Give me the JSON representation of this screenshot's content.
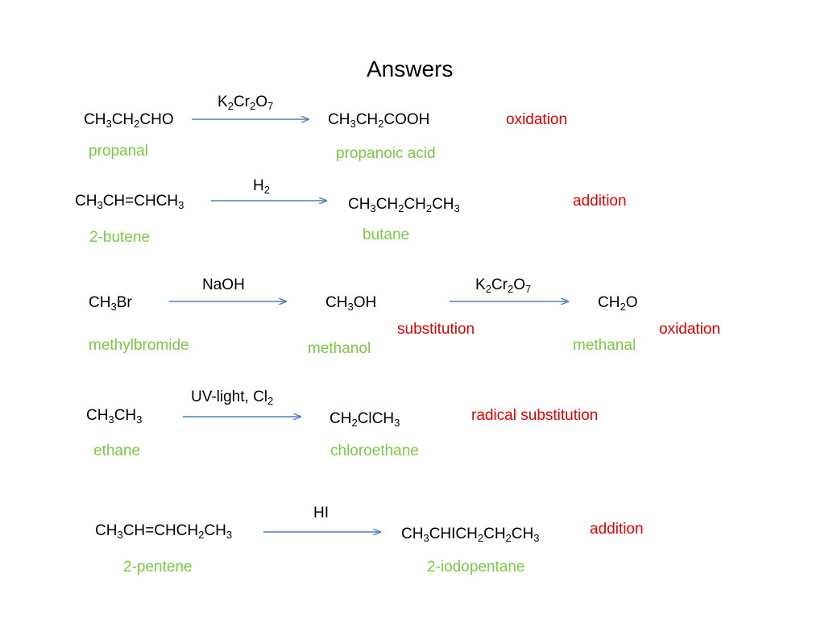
{
  "title": "Answers",
  "colors": {
    "name": "#7ac943",
    "reaction_type": "#e60000",
    "arrow": "#4a7ebb"
  },
  "reactions": [
    {
      "reactant": [
        [
          "CH",
          ""
        ],
        [
          "3",
          "sub"
        ],
        [
          "CH",
          ""
        ],
        [
          "2",
          "sub"
        ],
        [
          "CHO",
          ""
        ]
      ],
      "reactant_name": "propanal",
      "reagent": [
        [
          "K",
          ""
        ],
        [
          "2",
          "sub"
        ],
        [
          "Cr",
          ""
        ],
        [
          "2",
          "sub"
        ],
        [
          "O",
          ""
        ],
        [
          "7",
          "sub"
        ]
      ],
      "product": [
        [
          "CH",
          ""
        ],
        [
          "3",
          "sub"
        ],
        [
          "CH",
          ""
        ],
        [
          "2",
          "sub"
        ],
        [
          "COOH",
          ""
        ]
      ],
      "product_name": "propanoic acid",
      "type": "oxidation"
    },
    {
      "reactant": [
        [
          "CH",
          ""
        ],
        [
          "3",
          "sub"
        ],
        [
          "CH=CHCH",
          ""
        ],
        [
          "3",
          "sub"
        ]
      ],
      "reactant_name": "2-butene",
      "reagent": [
        [
          "H",
          ""
        ],
        [
          "2",
          "sub"
        ]
      ],
      "product": [
        [
          "CH",
          ""
        ],
        [
          "3",
          "sub"
        ],
        [
          "CH",
          ""
        ],
        [
          "2",
          "sub"
        ],
        [
          "CH",
          ""
        ],
        [
          "2",
          "sub"
        ],
        [
          "CH",
          ""
        ],
        [
          "3",
          "sub"
        ]
      ],
      "product_name": "butane",
      "type": "addition"
    },
    {
      "reactant": [
        [
          "CH",
          ""
        ],
        [
          "3",
          "sub"
        ],
        [
          "Br",
          ""
        ]
      ],
      "reactant_name": "methylbromide",
      "reagent": [
        [
          "NaOH",
          ""
        ]
      ],
      "product": [
        [
          "CH",
          ""
        ],
        [
          "3",
          "sub"
        ],
        [
          "OH",
          ""
        ]
      ],
      "product_name": "methanol",
      "type": "substitution",
      "reagent2": [
        [
          "K",
          ""
        ],
        [
          "2",
          "sub"
        ],
        [
          "Cr",
          ""
        ],
        [
          "2",
          "sub"
        ],
        [
          "O",
          ""
        ],
        [
          "7",
          "sub"
        ]
      ],
      "product2": [
        [
          "CH",
          ""
        ],
        [
          "2",
          "sub"
        ],
        [
          "O",
          ""
        ]
      ],
      "product2_name": "methanal",
      "type2": "oxidation"
    },
    {
      "reactant": [
        [
          "CH",
          ""
        ],
        [
          "3",
          "sub"
        ],
        [
          "CH",
          ""
        ],
        [
          "3",
          "sub"
        ]
      ],
      "reactant_name": "ethane",
      "reagent": [
        [
          "UV-light, Cl",
          ""
        ],
        [
          "2",
          "sub"
        ]
      ],
      "product": [
        [
          "CH",
          ""
        ],
        [
          "2",
          "sub"
        ],
        [
          "ClCH",
          ""
        ],
        [
          "3",
          "sub"
        ]
      ],
      "product_name": "chloroethane",
      "type": "radical substitution"
    },
    {
      "reactant": [
        [
          "CH",
          ""
        ],
        [
          "3",
          "sub"
        ],
        [
          "CH=CHCH",
          ""
        ],
        [
          "2",
          "sub"
        ],
        [
          "CH",
          ""
        ],
        [
          "3",
          "sub"
        ]
      ],
      "reactant_name": "2-pentene",
      "reagent": [
        [
          "HI",
          ""
        ]
      ],
      "product": [
        [
          "CH",
          ""
        ],
        [
          "3",
          "sub"
        ],
        [
          "CHICH",
          ""
        ],
        [
          "2",
          "sub"
        ],
        [
          "CH",
          ""
        ],
        [
          "2",
          "sub"
        ],
        [
          "CH",
          ""
        ],
        [
          "3",
          "sub"
        ]
      ],
      "product_name": "2-iodopentane",
      "type": "addition"
    }
  ]
}
